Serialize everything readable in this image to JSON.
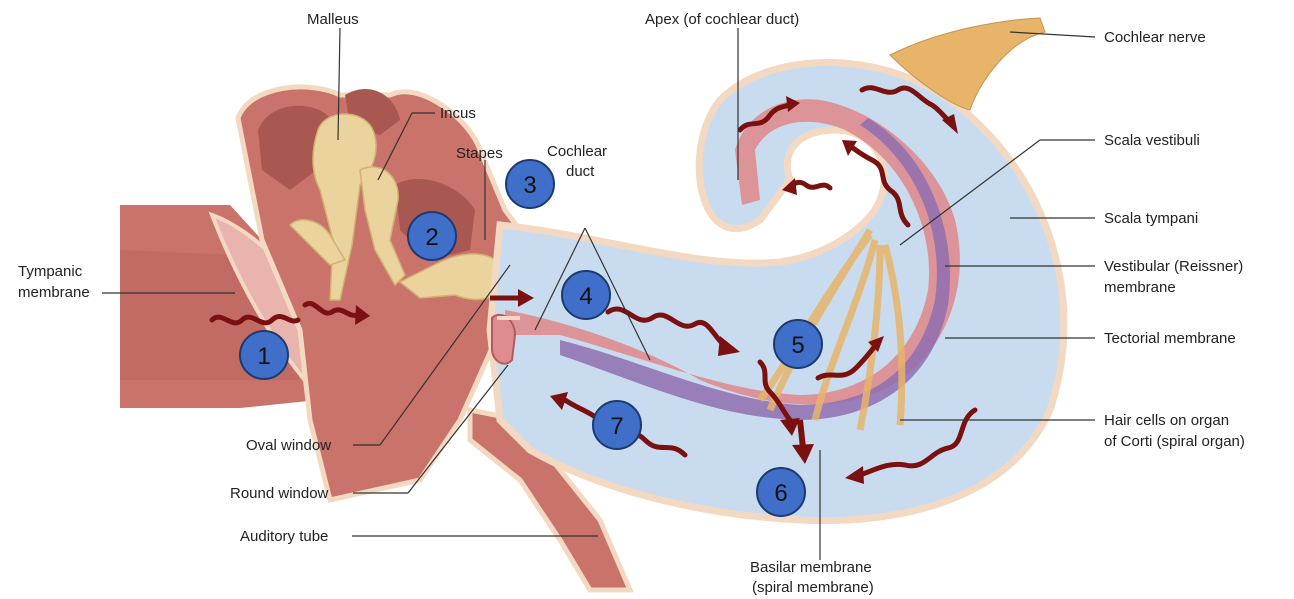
{
  "labels": {
    "malleus": "Malleus",
    "incus": "Incus",
    "stapes": "Stapes",
    "cochlear_duct": [
      "Cochlear",
      "duct"
    ],
    "apex": "Apex (of cochlear duct)",
    "cochlear_nerve": "Cochlear nerve",
    "scala_vestibuli": "Scala vestibuli",
    "scala_tympani": "Scala tympani",
    "vestibular_membrane": [
      "Vestibular (Reissner)",
      "membrane"
    ],
    "tectorial_membrane": "Tectorial membrane",
    "hair_cells": [
      "Hair cells on organ",
      "of Corti (spiral organ)"
    ],
    "tympanic_membrane": [
      "Tympanic",
      "membrane"
    ],
    "oval_window": "Oval window",
    "round_window": "Round window",
    "auditory_tube": "Auditory tube",
    "basilar_membrane": [
      "Basilar membrane",
      "(spiral membrane)"
    ]
  },
  "steps": [
    "1",
    "2",
    "3",
    "4",
    "5",
    "6",
    "7"
  ],
  "colors": {
    "tissue": "#c9736a",
    "tissue_dark": "#a85850",
    "bone_outline": "#f3d9c2",
    "ossicle": "#ead39c",
    "fluid": "#c9dcef",
    "duct_pink": "#de8c8f",
    "basilar_purple": "#8f6fb0",
    "nerve": "#e7b46a",
    "wave_arrow": "#7a1010",
    "step_badge": "#3f6fc9"
  }
}
